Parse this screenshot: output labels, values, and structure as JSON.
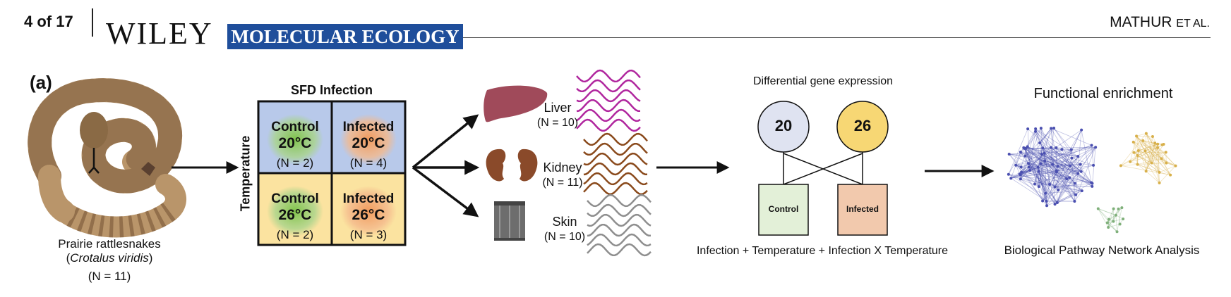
{
  "header": {
    "page": "4 of 17",
    "publisher": "WILEY",
    "journal": "MOLECULAR ECOLOGY",
    "author_main": "MATHUR",
    "author_suffix": "ET AL."
  },
  "figure": {
    "panel_label": "(a)",
    "snake": {
      "name": "Prairie rattlesnakes",
      "species": "Crotalus viridis",
      "n": "(N = 11)"
    },
    "design": {
      "title": "SFD Infection",
      "row_axis": "Temperature",
      "cells": [
        {
          "group": "Control",
          "temp": "20°C",
          "n": "(N = 2)"
        },
        {
          "group": "Infected",
          "temp": "20°C",
          "n": "(N = 4)"
        },
        {
          "group": "Control",
          "temp": "26°C",
          "n": "(N = 2)"
        },
        {
          "group": "Infected",
          "temp": "26°C",
          "n": "(N = 3)"
        }
      ]
    },
    "tissues": [
      {
        "name": "Liver",
        "n": "(N = 10)"
      },
      {
        "name": "Kidney",
        "n": "(N = 11)"
      },
      {
        "name": "Skin",
        "n": "(N = 10)"
      }
    ],
    "dge": {
      "title": "Differential gene expression",
      "left_count": "20",
      "right_count": "26",
      "left_group": "Control",
      "right_group": "Infected",
      "model": "Infection + Temperature + Infection X Temperature"
    },
    "enrichment": {
      "title": "Functional enrichment",
      "caption": "Biological Pathway Network Analysis"
    }
  },
  "colors": {
    "journal_blue": "#1f4e9b",
    "cell_blue": "#b8c9ea",
    "cell_yellow": "#fbe3a0",
    "liver_wave": "#b0269e",
    "kidney_wave": "#8a4a1c",
    "skin_wave": "#8e8e8e",
    "dge_left": "#dfe3f1",
    "dge_right": "#f7d774",
    "control_box": "#e3f0d8",
    "infected_box": "#f2c9ad"
  }
}
